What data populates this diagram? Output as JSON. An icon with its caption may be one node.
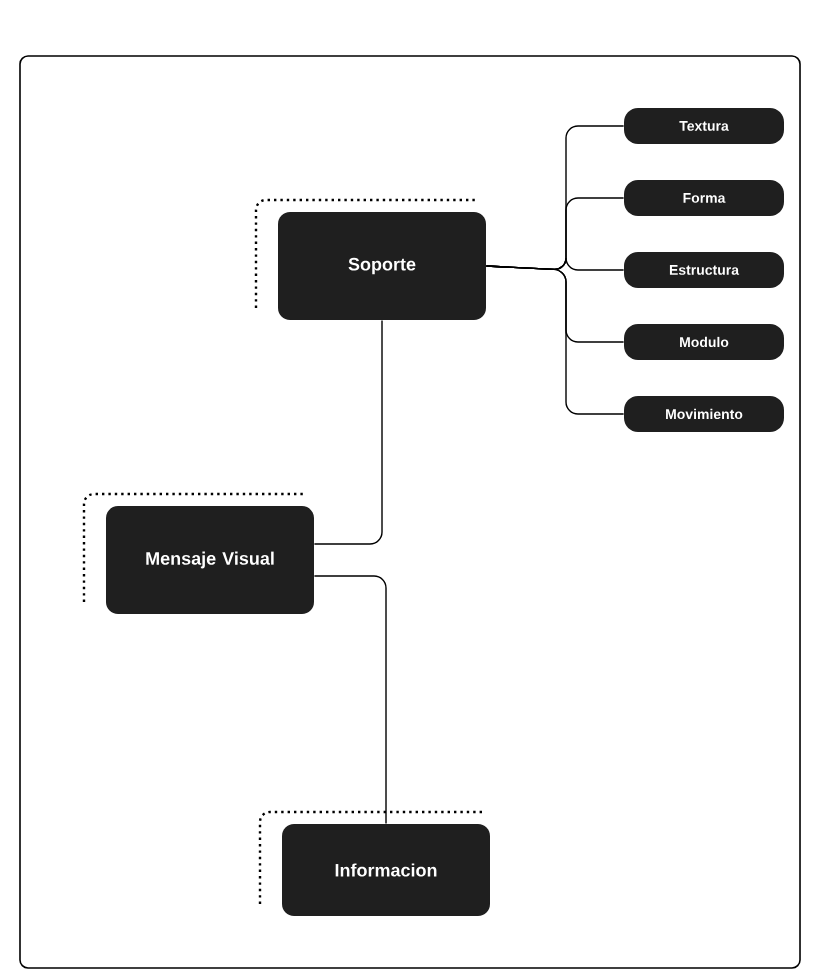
{
  "diagram": {
    "nodes": [
      {
        "text": [
          "Soporte"
        ]
      },
      {
        "text": [
          "Textura"
        ]
      },
      {
        "text": [
          "Forma"
        ]
      },
      {
        "text": [
          "Estructura"
        ]
      },
      {
        "text": [
          "Modulo"
        ]
      },
      {
        "text": [
          "Movimiento"
        ]
      },
      {
        "text": [
          "Mensaje Visual"
        ]
      },
      {
        "text": [
          "Informacion"
        ]
      }
    ],
    "edges": [
      {
        "from": 0,
        "to": 1,
        "arrow": "none"
      },
      {
        "from": 0,
        "to": 2,
        "arrow": "none"
      },
      {
        "from": 0,
        "to": 3,
        "arrow": "none"
      },
      {
        "from": 0,
        "to": 4,
        "arrow": "none"
      },
      {
        "from": 0,
        "to": 5,
        "arrow": "none"
      },
      {
        "from": 6,
        "to": 0,
        "arrow": "none"
      },
      {
        "from": 6,
        "to": 7,
        "arrow": "none"
      }
    ]
  }
}
